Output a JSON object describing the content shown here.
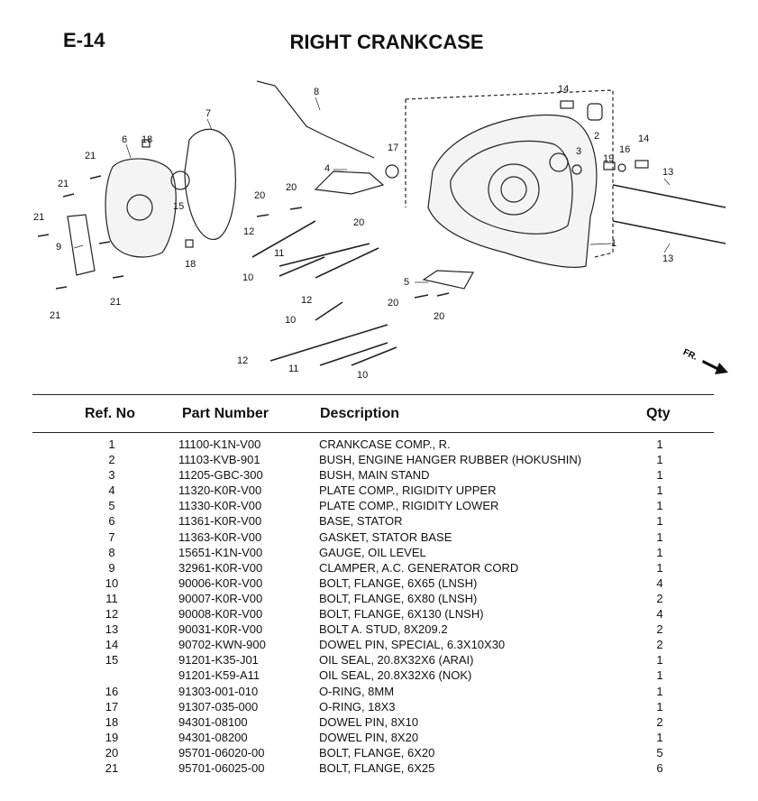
{
  "page": {
    "code": "E-14",
    "title": "RIGHT CRANKCASE"
  },
  "diagram": {
    "callouts": [
      "8",
      "7",
      "6",
      "18",
      "14",
      "2",
      "3",
      "19",
      "16",
      "14",
      "13",
      "1",
      "13",
      "17",
      "4",
      "21",
      "21",
      "21",
      "9",
      "15",
      "20",
      "20",
      "12",
      "11",
      "10",
      "20",
      "12",
      "10",
      "5",
      "20",
      "20",
      "21",
      "21",
      "18",
      "12",
      "11",
      "10"
    ],
    "direction_label": "FR."
  },
  "table": {
    "headers": {
      "ref": "Ref. No",
      "part": "Part Number",
      "desc": "Description",
      "qty": "Qty"
    },
    "rows": [
      {
        "ref": "1",
        "part": "11100-K1N-V00",
        "desc": "CRANKCASE COMP., R.",
        "qty": "1"
      },
      {
        "ref": "2",
        "part": "11103-KVB-901",
        "desc": "BUSH, ENGINE HANGER RUBBER (HOKUSHIN)",
        "qty": "1"
      },
      {
        "ref": "3",
        "part": "11205-GBC-300",
        "desc": "BUSH, MAIN STAND",
        "qty": "1"
      },
      {
        "ref": "4",
        "part": "11320-K0R-V00",
        "desc": "PLATE COMP., RIGIDITY UPPER",
        "qty": "1"
      },
      {
        "ref": "5",
        "part": "11330-K0R-V00",
        "desc": "PLATE COMP., RIGIDITY LOWER",
        "qty": "1"
      },
      {
        "ref": "6",
        "part": "11361-K0R-V00",
        "desc": "BASE, STATOR",
        "qty": "1"
      },
      {
        "ref": "7",
        "part": "11363-K0R-V00",
        "desc": "GASKET, STATOR BASE",
        "qty": "1"
      },
      {
        "ref": "8",
        "part": "15651-K1N-V00",
        "desc": "GAUGE, OIL LEVEL",
        "qty": "1"
      },
      {
        "ref": "9",
        "part": "32961-K0R-V00",
        "desc": "CLAMPER, A.C. GENERATOR CORD",
        "qty": "1"
      },
      {
        "ref": "10",
        "part": "90006-K0R-V00",
        "desc": "BOLT, FLANGE, 6X65 (LNSH)",
        "qty": "4"
      },
      {
        "ref": "11",
        "part": "90007-K0R-V00",
        "desc": "BOLT, FLANGE, 6X80 (LNSH)",
        "qty": "2"
      },
      {
        "ref": "12",
        "part": "90008-K0R-V00",
        "desc": "BOLT, FLANGE, 6X130 (LNSH)",
        "qty": "4"
      },
      {
        "ref": "13",
        "part": "90031-K0R-V00",
        "desc": "BOLT A. STUD, 8X209.2",
        "qty": "2"
      },
      {
        "ref": "14",
        "part": "90702-KWN-900",
        "desc": "DOWEL PIN, SPECIAL, 6.3X10X30",
        "qty": "2"
      },
      {
        "ref": "15",
        "part": "91201-K35-J01",
        "desc": "OIL SEAL, 20.8X32X6 (ARAI)",
        "qty": "1"
      },
      {
        "ref": "",
        "part": "91201-K59-A11",
        "desc": "OIL SEAL, 20.8X32X6 (NOK)",
        "qty": "1"
      },
      {
        "ref": "16",
        "part": "91303-001-010",
        "desc": "O-RING, 8MM",
        "qty": "1"
      },
      {
        "ref": "17",
        "part": "91307-035-000",
        "desc": "O-RING, 18X3",
        "qty": "1"
      },
      {
        "ref": "18",
        "part": "94301-08100",
        "desc": "DOWEL PIN, 8X10",
        "qty": "2"
      },
      {
        "ref": "19",
        "part": "94301-08200",
        "desc": "DOWEL PIN, 8X20",
        "qty": "1"
      },
      {
        "ref": "20",
        "part": "95701-06020-00",
        "desc": "BOLT, FLANGE, 6X20",
        "qty": "5"
      },
      {
        "ref": "21",
        "part": "95701-06025-00",
        "desc": "BOLT, FLANGE, 6X25",
        "qty": "6"
      }
    ]
  }
}
